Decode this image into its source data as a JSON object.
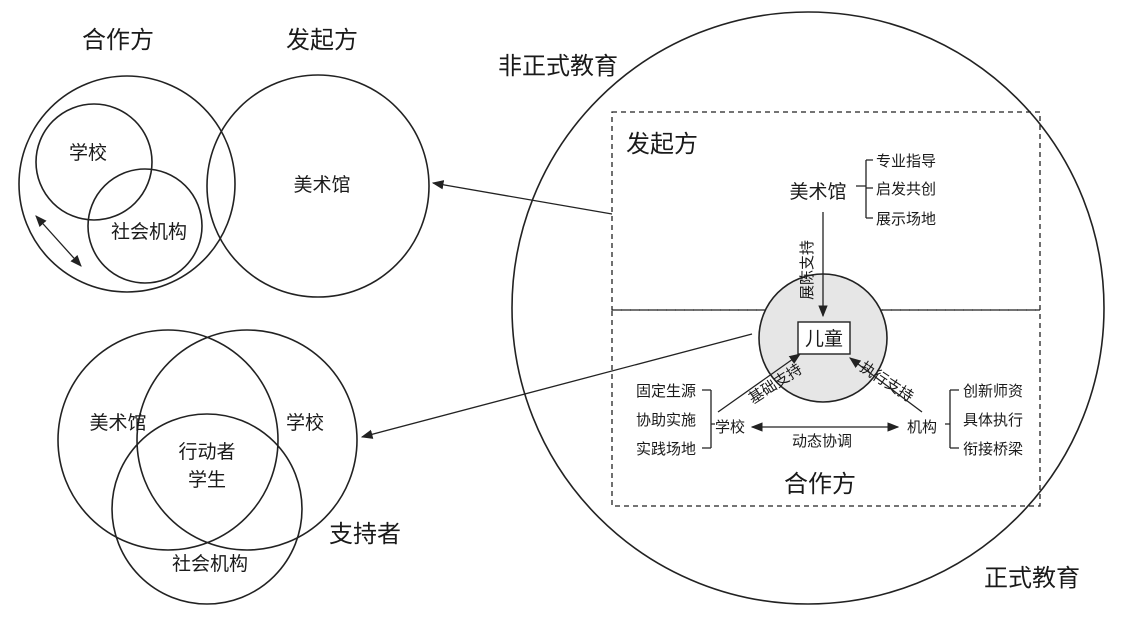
{
  "top_left": {
    "label_partner": "合作方",
    "label_initiator": "发起方",
    "school": "学校",
    "social_org": "社会机构",
    "museum": "美术馆"
  },
  "bottom_left": {
    "museum": "美术馆",
    "school": "学校",
    "center_line1": "行动者",
    "center_line2": "学生",
    "social_org": "社会机构",
    "supporter_label": "支持者"
  },
  "right": {
    "informal_label": "非正式教育",
    "formal_label": "正式教育",
    "initiator_label": "发起方",
    "partner_label": "合作方",
    "museum": "美术馆",
    "museum_items": [
      "专业指导",
      "启发共创",
      "展示场地"
    ],
    "child": "儿童",
    "exhibition_support": "展陈支持",
    "basic_support": "基础支持",
    "execution_support": "执行支持",
    "school": "学校",
    "school_items": [
      "固定生源",
      "协助实施",
      "实践场地"
    ],
    "org": "机构",
    "org_items": [
      "创新师资",
      "具体执行",
      "衔接桥梁"
    ],
    "dynamic_coord": "动态协调"
  }
}
